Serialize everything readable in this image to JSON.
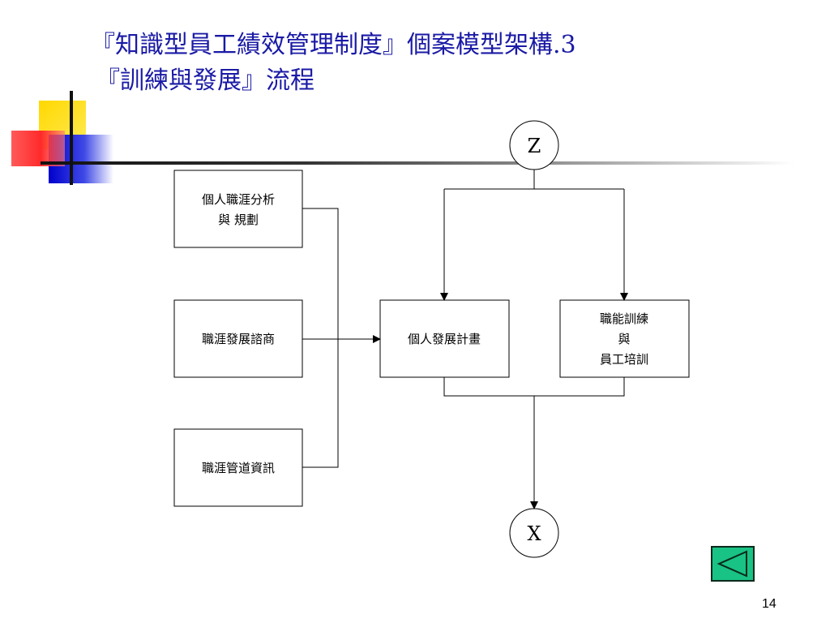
{
  "slide": {
    "title_line1": "『知識型員工績效管理制度』個案模型架構.3",
    "title_line2": "『訓練與發展』流程",
    "page_number": "14"
  },
  "diagram": {
    "connector_top": "Z",
    "connector_bottom": "X",
    "left_boxes": [
      {
        "lines": [
          "個人職涯分析",
          "與 規劃"
        ]
      },
      {
        "lines": [
          "職涯發展諮商"
        ]
      },
      {
        "lines": [
          "職涯管道資訊"
        ]
      }
    ],
    "center_box": {
      "lines": [
        "個人發展計畫"
      ]
    },
    "right_box": {
      "lines": [
        "職能訓練",
        "與",
        "員工培訓"
      ]
    }
  },
  "colors": {
    "title": "#1a1aa6",
    "nav_button": "#19c285"
  },
  "icons": {
    "nav_button": "back-triangle-icon"
  }
}
